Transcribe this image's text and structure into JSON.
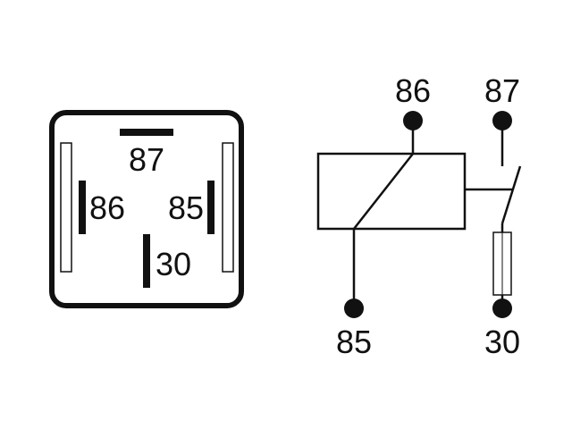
{
  "relay_footprint": {
    "pin_87": "87",
    "pin_86": "86",
    "pin_85": "85",
    "pin_30": "30"
  },
  "relay_schematic": {
    "terminal_86": "86",
    "terminal_87": "87",
    "terminal_85": "85",
    "terminal_30": "30"
  },
  "colors": {
    "line": "#111111",
    "background": "#ffffff"
  }
}
